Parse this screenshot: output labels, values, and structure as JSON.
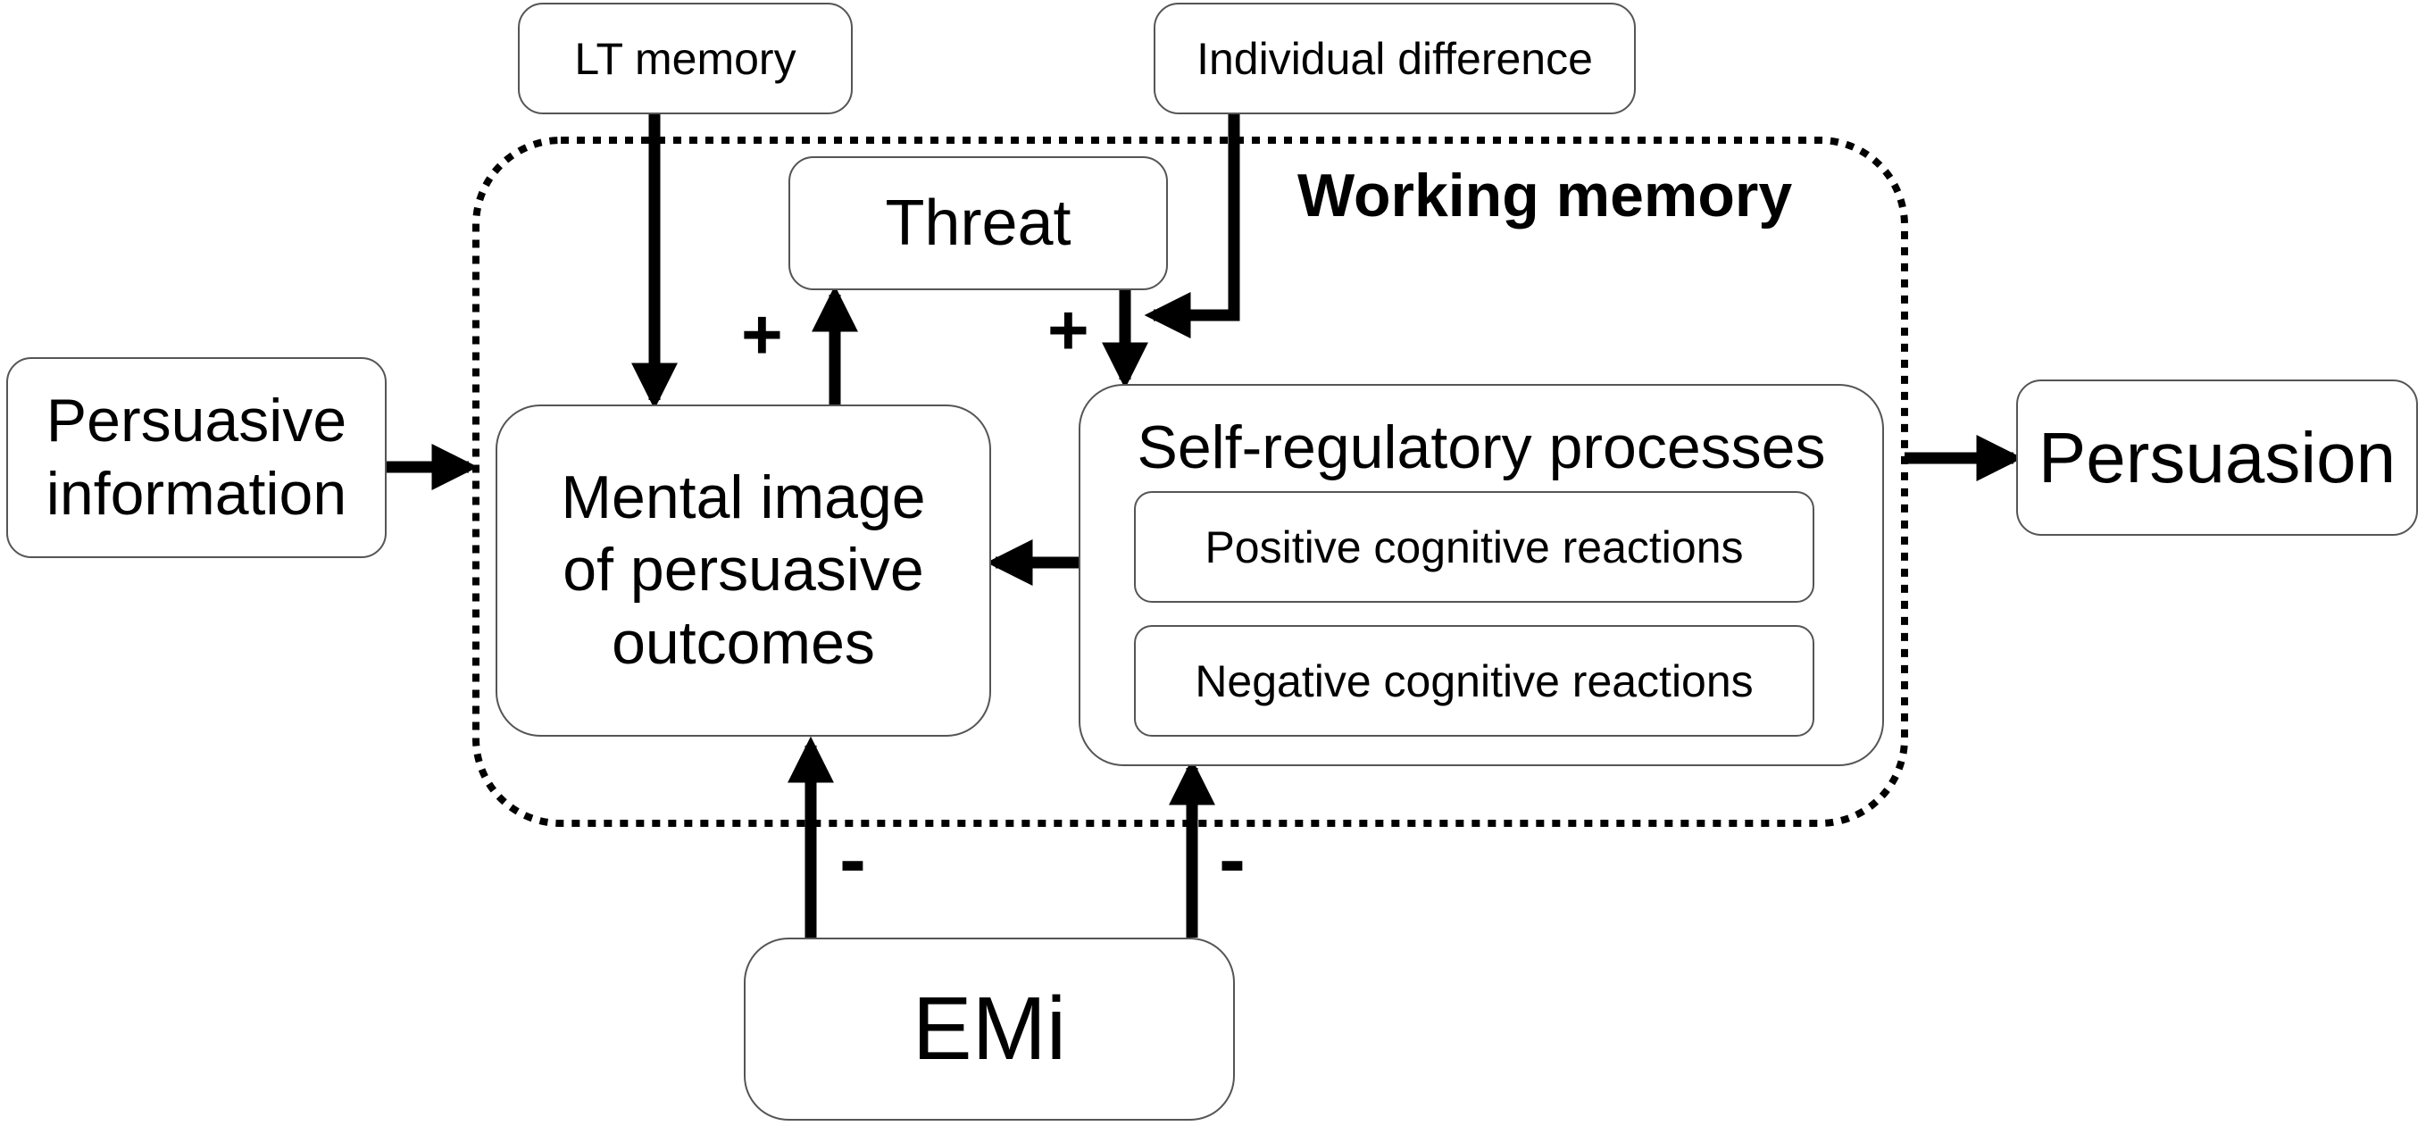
{
  "nodes": {
    "lt_memory": "LT memory",
    "individual_difference": "Individual difference",
    "working_memory": "Working memory",
    "threat": "Threat",
    "persuasive_information": "Persuasive\ninformation",
    "mental_image": "Mental image\nof persuasive\noutcomes",
    "self_regulatory": "Self-regulatory processes",
    "positive_reactions": "Positive cognitive reactions",
    "negative_reactions": "Negative cognitive reactions",
    "persuasion": "Persuasion",
    "emi": "EMi"
  },
  "signs": {
    "mental_to_threat": "+",
    "threat_to_selfreg": "+",
    "emi_to_mental": "-",
    "emi_to_selfreg": "-"
  }
}
